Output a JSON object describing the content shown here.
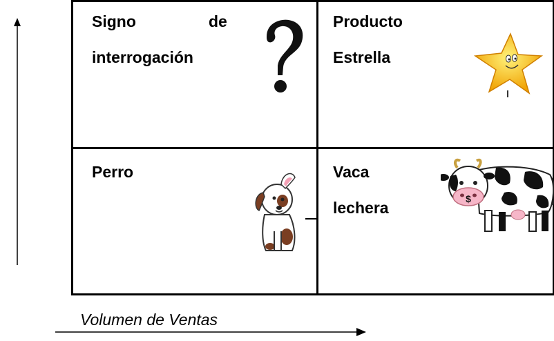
{
  "quadrants": {
    "question_mark": {
      "label_line1_word1": "Signo",
      "label_line1_word2": "de",
      "label_line2": "interrogación",
      "icon": "question-mark-icon"
    },
    "star": {
      "label_line1": "Producto",
      "label_line2": "Estrella",
      "icon": "smiling-star-icon"
    },
    "dog": {
      "label": "Perro",
      "icon": "cartoon-dog-icon"
    },
    "cash_cow": {
      "label_line1": "Vaca",
      "label_line2": "lechera",
      "icon": "cow-dollar-icon",
      "icon_text": "$"
    }
  },
  "x_axis": {
    "label": "Volumen de Ventas"
  },
  "colors": {
    "line": "#000000",
    "star_fill": "#f7c21a",
    "cow_patch": "#000000",
    "dog_ear": "#f4a0b5"
  }
}
